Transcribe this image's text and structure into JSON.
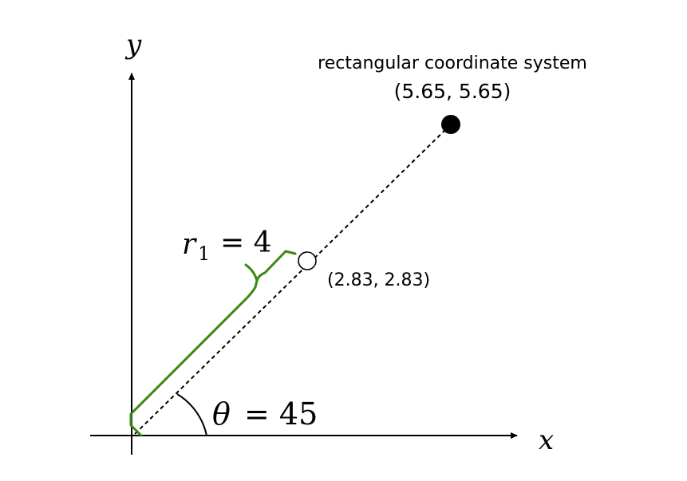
{
  "axes": {
    "x_label": "x",
    "y_label": "y"
  },
  "point_far": {
    "caption": "rectangular coordinate system",
    "coords": "(5.65, 5.65)"
  },
  "point_near": {
    "coords": "(2.83, 2.83)"
  },
  "radius": {
    "symbol": "r",
    "subscript": "1",
    "equals": "= 4"
  },
  "angle": {
    "symbol": "θ",
    "equals": "= 45"
  },
  "colors": {
    "brace": "#3a8a12",
    "ink": "#000000"
  }
}
